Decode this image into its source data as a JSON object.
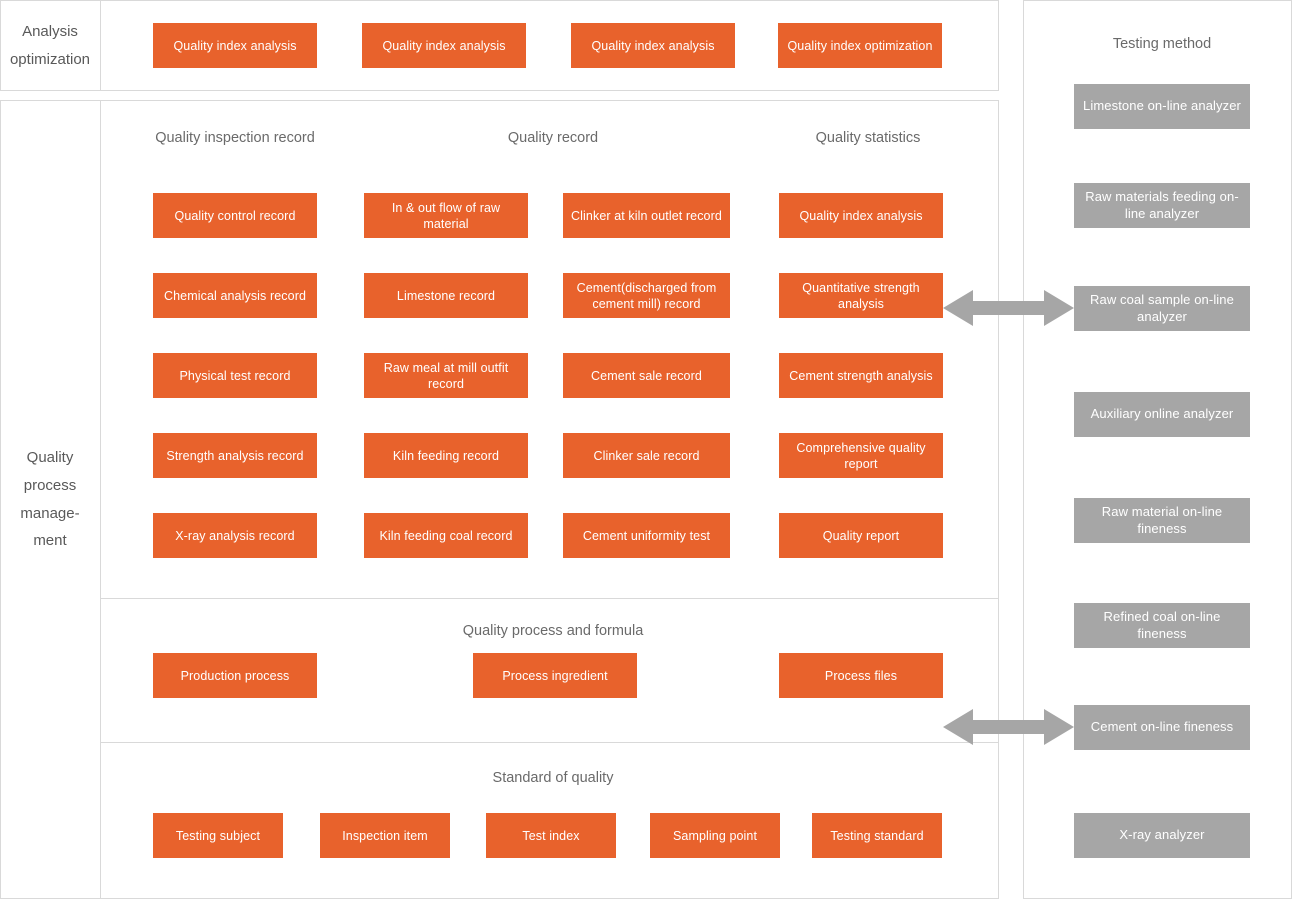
{
  "theme": {
    "orange": "#E8622C",
    "grey": "#A6A6A6",
    "border": "#D9D9D9",
    "text": "#595959"
  },
  "rails": {
    "analysis_optimization": "Analysis optimization",
    "quality_process_management": "Quality process manage- ment"
  },
  "analysis_row": {
    "nodes": [
      {
        "label": "Quality index analysis"
      },
      {
        "label": "Quality index analysis"
      },
      {
        "label": "Quality index analysis"
      },
      {
        "label": "Quality index optimization"
      }
    ]
  },
  "records_section": {
    "headings": [
      {
        "label": "Quality inspection record"
      },
      {
        "label": "Quality record"
      },
      {
        "label": "Quality statistics"
      }
    ],
    "columns": [
      {
        "name": "quality-inspection-record",
        "nodes": [
          {
            "label": "Quality control record"
          },
          {
            "label": "Chemical analysis record"
          },
          {
            "label": "Physical test record"
          },
          {
            "label": "Strength analysis record"
          },
          {
            "label": "X-ray analysis record"
          }
        ]
      },
      {
        "name": "quality-record-left",
        "nodes": [
          {
            "label": "In & out flow of raw material"
          },
          {
            "label": "Limestone record"
          },
          {
            "label": "Raw meal at mill outfit record"
          },
          {
            "label": "Kiln feeding record"
          },
          {
            "label": "Kiln feeding coal record"
          }
        ]
      },
      {
        "name": "quality-record-right",
        "nodes": [
          {
            "label": "Clinker at kiln outlet record"
          },
          {
            "label": "Cement(discharged from cement mill) record"
          },
          {
            "label": "Cement sale record"
          },
          {
            "label": "Clinker sale record"
          },
          {
            "label": "Cement uniformity test"
          }
        ]
      },
      {
        "name": "quality-statistics",
        "nodes": [
          {
            "label": "Quality index analysis"
          },
          {
            "label": "Quantitative strength analysis"
          },
          {
            "label": "Cement strength analysis"
          },
          {
            "label": "Comprehensive quality report"
          },
          {
            "label": "Quality report"
          }
        ]
      }
    ]
  },
  "process_formula_section": {
    "heading": "Quality process and formula",
    "nodes": [
      {
        "label": "Production process"
      },
      {
        "label": "Process ingredient"
      },
      {
        "label": "Process files"
      }
    ]
  },
  "standard_section": {
    "heading": "Standard of quality",
    "nodes": [
      {
        "label": "Testing subject"
      },
      {
        "label": "Inspection item"
      },
      {
        "label": "Test index"
      },
      {
        "label": "Sampling point"
      },
      {
        "label": "Testing standard"
      }
    ]
  },
  "testing_method_panel": {
    "heading": "Testing method",
    "nodes": [
      {
        "label": "Limestone  on-line analyzer"
      },
      {
        "label": "Raw materials feeding on-line analyzer"
      },
      {
        "label": "Raw coal sample on-line analyzer"
      },
      {
        "label": "Auxiliary online analyzer"
      },
      {
        "label": "Raw material on-line fineness"
      },
      {
        "label": "Refined coal on-line fineness"
      },
      {
        "label": "Cement on-line fineness"
      },
      {
        "label": "X-ray analyzer"
      }
    ]
  },
  "connectors": [
    {
      "name": "connector-quantitative-strength-to-raw-coal"
    },
    {
      "name": "connector-process-files-to-cement-fineness"
    }
  ]
}
